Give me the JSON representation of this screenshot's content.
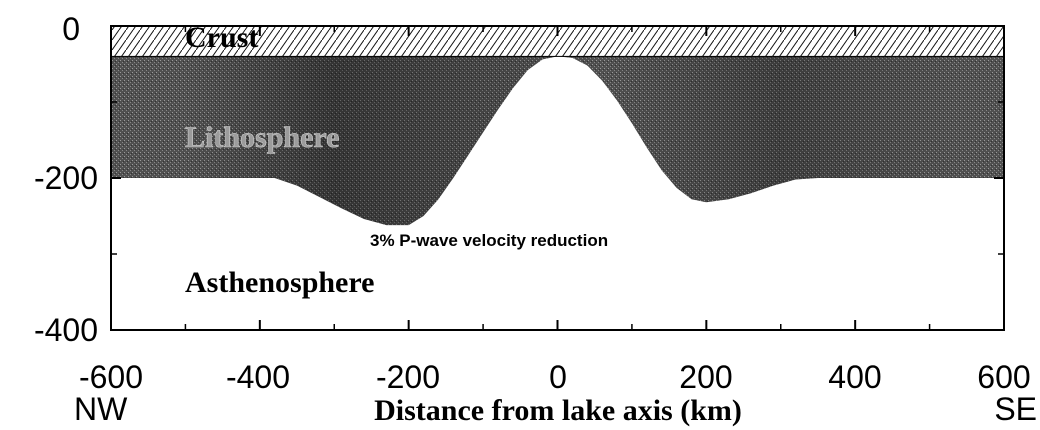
{
  "chart_data": {
    "type": "cross-section",
    "xlabel": "Distance from lake axis (km)",
    "x_direction_labels": {
      "left": "NW",
      "right": "SE"
    },
    "xlim": [
      -600,
      600
    ],
    "ylim": [
      -400,
      0
    ],
    "x_ticks": [
      "-600",
      "-400",
      "-200",
      "0",
      "200",
      "400",
      "600"
    ],
    "y_ticks": [
      "0",
      "-200",
      "-400"
    ],
    "layers": {
      "crust": "Crust",
      "lithosphere": "Lithosphere",
      "asthenosphere": "Asthenosphere"
    },
    "annotation": "3% P-wave velocity reduction",
    "crust_base_depth": -40,
    "lithosphere_base_depth": -200,
    "lithosphere_base_profile": [
      [
        -600,
        -200
      ],
      [
        -400,
        -200
      ],
      [
        -380,
        -200
      ],
      [
        -350,
        -210
      ],
      [
        -320,
        -225
      ],
      [
        -290,
        -240
      ],
      [
        -260,
        -254
      ],
      [
        -230,
        -262
      ],
      [
        -200,
        -262
      ],
      [
        -180,
        -250
      ],
      [
        -160,
        -228
      ],
      [
        -140,
        -200
      ],
      [
        -120,
        -170
      ],
      [
        -100,
        -140
      ],
      [
        -80,
        -110
      ],
      [
        -60,
        -82
      ],
      [
        -40,
        -58
      ],
      [
        -20,
        -44
      ],
      [
        0,
        -40
      ],
      [
        20,
        -42
      ],
      [
        40,
        -52
      ],
      [
        60,
        -72
      ],
      [
        80,
        -98
      ],
      [
        100,
        -128
      ],
      [
        120,
        -160
      ],
      [
        140,
        -190
      ],
      [
        160,
        -213
      ],
      [
        180,
        -228
      ],
      [
        200,
        -232
      ],
      [
        230,
        -228
      ],
      [
        260,
        -220
      ],
      [
        290,
        -210
      ],
      [
        320,
        -202
      ],
      [
        350,
        -200
      ],
      [
        600,
        -200
      ]
    ]
  }
}
